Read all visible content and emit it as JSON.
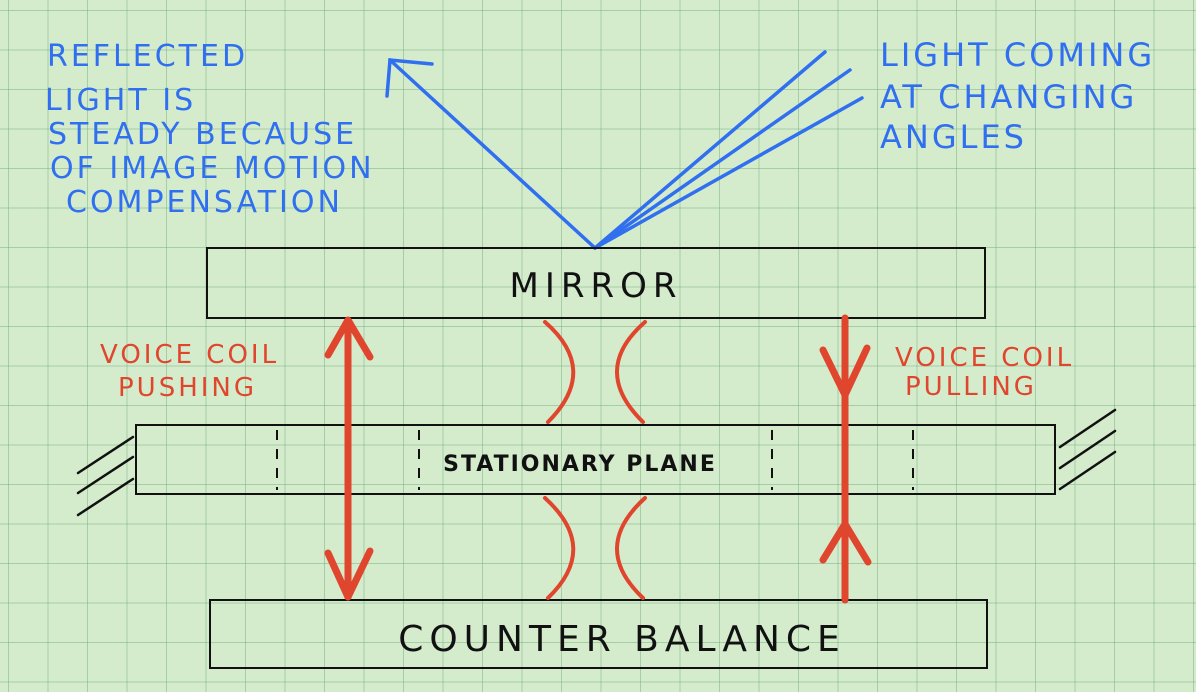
{
  "colors": {
    "blue": "#2f6ff0",
    "red": "#e0452d",
    "ink": "#111111",
    "paper": "#d4ebcc"
  },
  "labels": {
    "mirror": "MIRROR",
    "stationary_plane": "STATIONARY PLANE",
    "counter_balance": "COUNTER BALANCE"
  },
  "notes": {
    "reflected": [
      "REFLECTED",
      "LIGHT IS",
      "STEADY BECAUSE",
      "OF IMAGE MOTION",
      "COMPENSATION"
    ],
    "incoming": [
      "LIGHT COMING",
      "AT CHANGING",
      "ANGLES"
    ],
    "pushing": [
      "VOICE COIL",
      "PUSHING"
    ],
    "pulling": [
      "VOICE COIL",
      "PULLING"
    ]
  }
}
